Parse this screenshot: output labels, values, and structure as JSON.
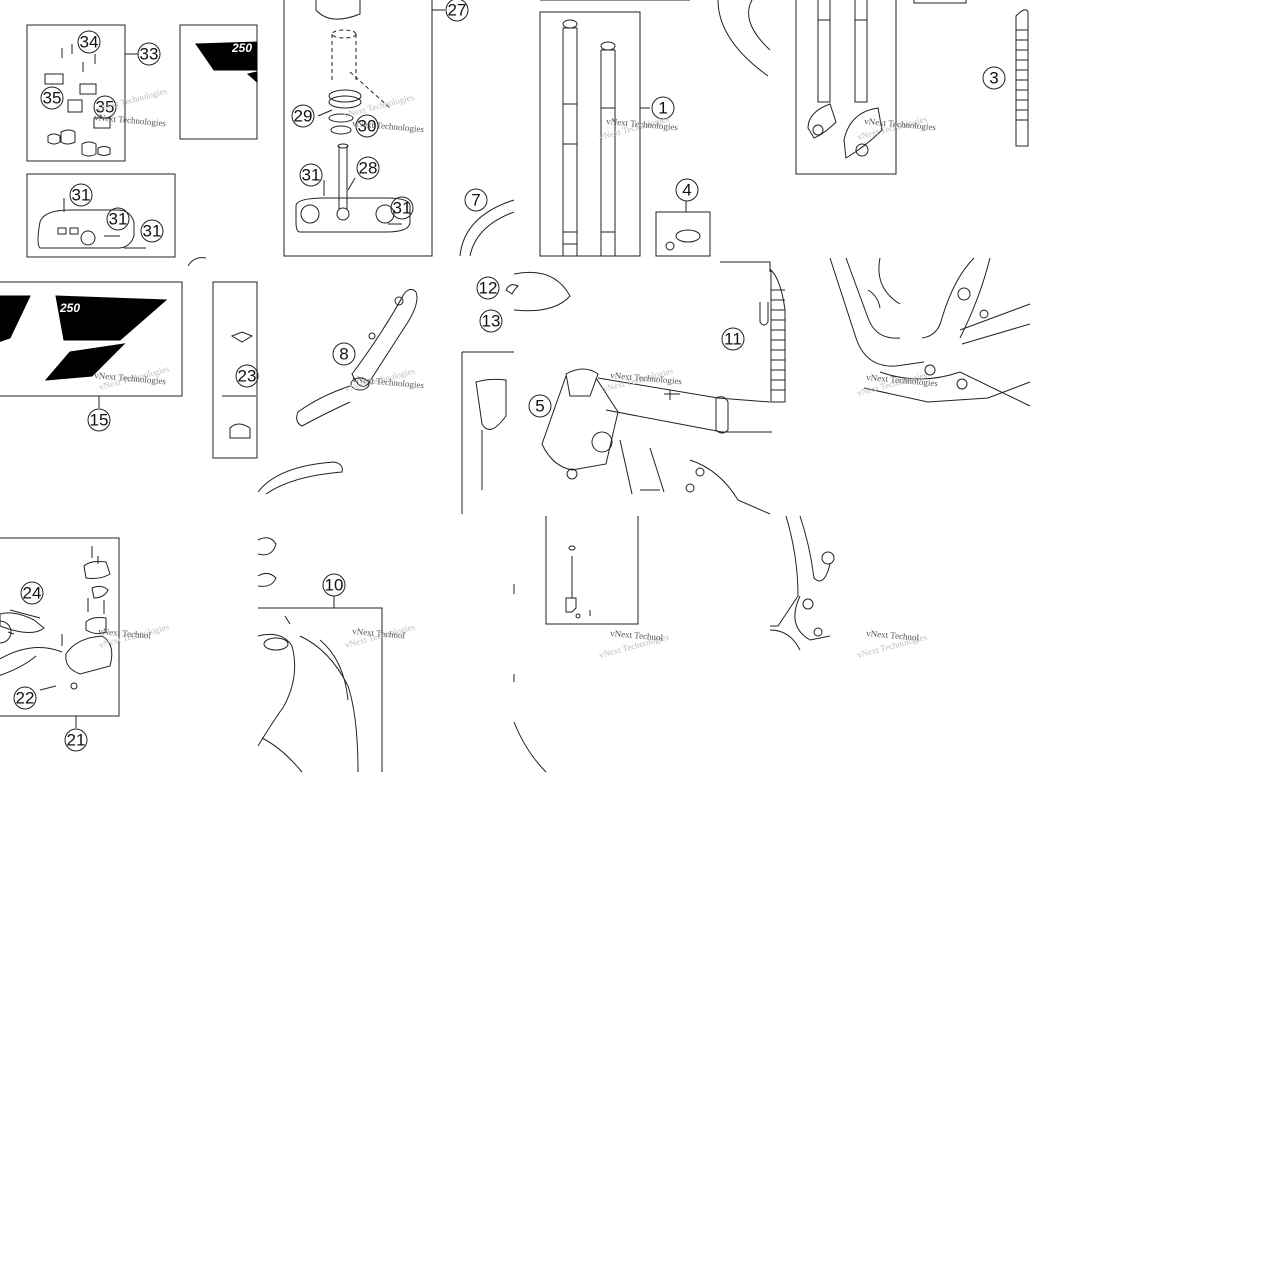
{
  "watermark_text": "vNext Technologies",
  "watermark_partial": "vNext Technol",
  "decal_text": "250",
  "callouts": {
    "c1": "1",
    "c3": "3",
    "c4": "4",
    "c5": "5",
    "c7": "7",
    "c8": "8",
    "c10": "10",
    "c11": "11",
    "c12": "12",
    "c13": "13",
    "c15": "15",
    "c21": "21",
    "c22": "22",
    "c23": "23",
    "c24": "24",
    "c27": "27",
    "c28": "28",
    "c29": "29",
    "c30": "30",
    "c31": "31",
    "c33": "33",
    "c34": "34",
    "c35": "35"
  },
  "colors": {
    "line": "#222222",
    "decal": "#000000",
    "watermark": "#555555"
  }
}
